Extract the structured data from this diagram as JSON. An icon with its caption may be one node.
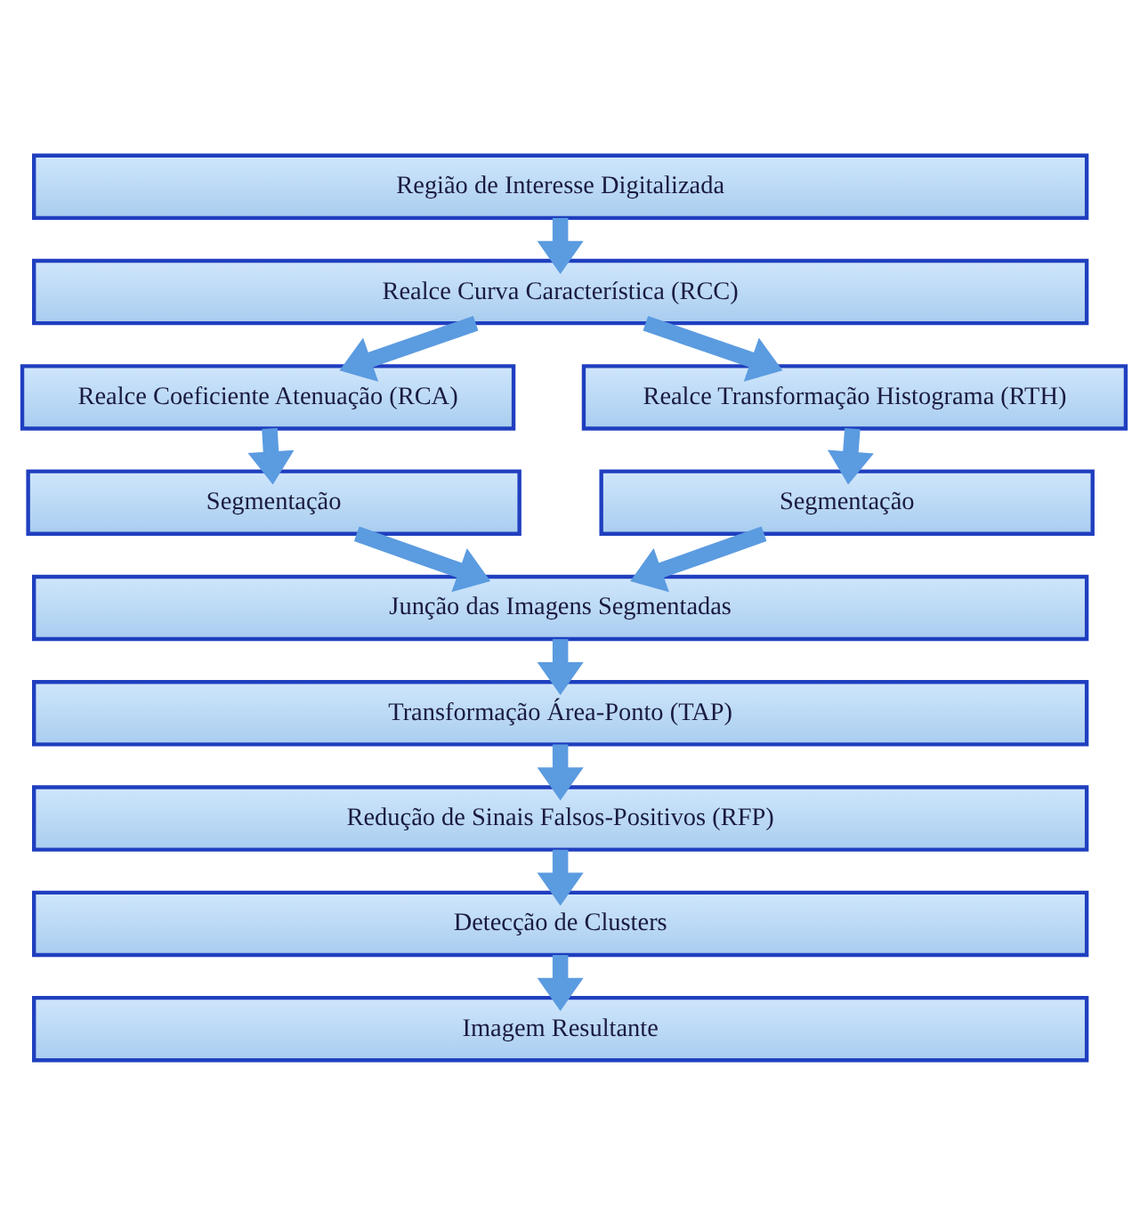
{
  "diagram": {
    "nodes": [
      {
        "text": [
          "Região de Interesse Digitalizada"
        ]
      },
      {
        "text": [
          "Realce Curva Característica (RCC)"
        ]
      },
      {
        "text": [
          "Realce Coeficiente Atenuação (RCA)"
        ]
      },
      {
        "text": [
          "Realce Transformação Histograma (RTH)"
        ]
      },
      {
        "text": [
          "Segmentação"
        ]
      },
      {
        "text": [
          "Segmentação"
        ]
      },
      {
        "text": [
          "Junção das Imagens Segmentadas"
        ]
      },
      {
        "text": [
          "Transformação Área-Ponto (TAP)"
        ]
      },
      {
        "text": [
          "Redução de Sinais Falsos-Positivos (RFP)"
        ]
      },
      {
        "text": [
          "Detecção de Clusters"
        ]
      },
      {
        "text": [
          "Imagem Resultante"
        ]
      }
    ],
    "edges": [
      {
        "from": 0,
        "to": 1,
        "arrow": "to"
      },
      {
        "from": 1,
        "to": 2,
        "arrow": "to"
      },
      {
        "from": 1,
        "to": 3,
        "arrow": "to"
      },
      {
        "from": 2,
        "to": 4,
        "arrow": "to"
      },
      {
        "from": 3,
        "to": 5,
        "arrow": "to"
      },
      {
        "from": 4,
        "to": 6,
        "arrow": "to"
      },
      {
        "from": 5,
        "to": 6,
        "arrow": "to"
      },
      {
        "from": 6,
        "to": 7,
        "arrow": "to"
      },
      {
        "from": 7,
        "to": 8,
        "arrow": "to"
      },
      {
        "from": 8,
        "to": 9,
        "arrow": "to"
      },
      {
        "from": 9,
        "to": 10,
        "arrow": "to"
      }
    ]
  }
}
